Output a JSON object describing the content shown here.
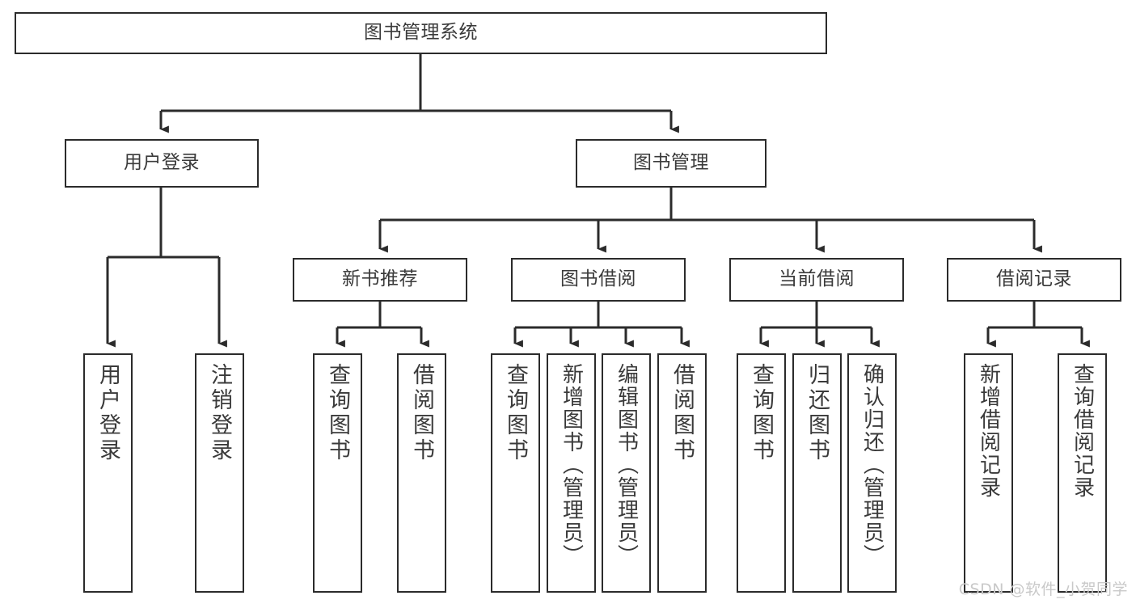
{
  "diagram": {
    "type": "tree-hierarchy",
    "title": "图书管理系统",
    "root": {
      "id": "root",
      "label": "图书管理系统",
      "orientation": "horizontal"
    },
    "level2": [
      {
        "id": "user-login",
        "label": "用户登录",
        "orientation": "horizontal"
      },
      {
        "id": "book-manage",
        "label": "图书管理",
        "orientation": "horizontal"
      }
    ],
    "level3": [
      {
        "id": "new-book-recommend",
        "label": "新书推荐",
        "orientation": "horizontal"
      },
      {
        "id": "book-borrow",
        "label": "图书借阅",
        "orientation": "horizontal"
      },
      {
        "id": "current-borrow",
        "label": "当前借阅",
        "orientation": "horizontal"
      },
      {
        "id": "borrow-record",
        "label": "借阅记录",
        "orientation": "horizontal"
      }
    ],
    "leaves": [
      {
        "id": "leaf-user-login",
        "label": "用户登录",
        "parent": "user-login",
        "orientation": "vertical"
      },
      {
        "id": "leaf-user-logout",
        "label": "注销登录",
        "parent": "user-login",
        "orientation": "vertical"
      },
      {
        "id": "leaf-query-book-1",
        "label": "查询图书",
        "parent": "new-book-recommend",
        "orientation": "vertical"
      },
      {
        "id": "leaf-borrow-book-1",
        "label": "借阅图书",
        "parent": "new-book-recommend",
        "orientation": "vertical"
      },
      {
        "id": "leaf-query-book-2",
        "label": "查询图书",
        "parent": "book-borrow",
        "orientation": "vertical"
      },
      {
        "id": "leaf-add-book",
        "label": "新增图书（管理员）",
        "parent": "book-borrow",
        "orientation": "vertical"
      },
      {
        "id": "leaf-edit-book",
        "label": "编辑图书（管理员）",
        "parent": "book-borrow",
        "orientation": "vertical"
      },
      {
        "id": "leaf-borrow-book-2",
        "label": "借阅图书",
        "parent": "book-borrow",
        "orientation": "vertical"
      },
      {
        "id": "leaf-query-book-3",
        "label": "查询图书",
        "parent": "current-borrow",
        "orientation": "vertical"
      },
      {
        "id": "leaf-return-book",
        "label": "归还图书",
        "parent": "current-borrow",
        "orientation": "vertical"
      },
      {
        "id": "leaf-confirm-return",
        "label": "确认归还（管理员）",
        "parent": "current-borrow",
        "orientation": "vertical"
      },
      {
        "id": "leaf-add-record",
        "label": "新增借阅记录",
        "parent": "borrow-record",
        "orientation": "vertical"
      },
      {
        "id": "leaf-query-record",
        "label": "查询借阅记录",
        "parent": "borrow-record",
        "orientation": "vertical"
      }
    ],
    "colors": {
      "border": "#2b2b2b",
      "connector": "#2b2b2b",
      "text": "#3a3a3a",
      "background": "#ffffff",
      "watermark": "#c9c9c9"
    }
  },
  "watermark": {
    "text": "CSDN @软件_小贺同学"
  }
}
